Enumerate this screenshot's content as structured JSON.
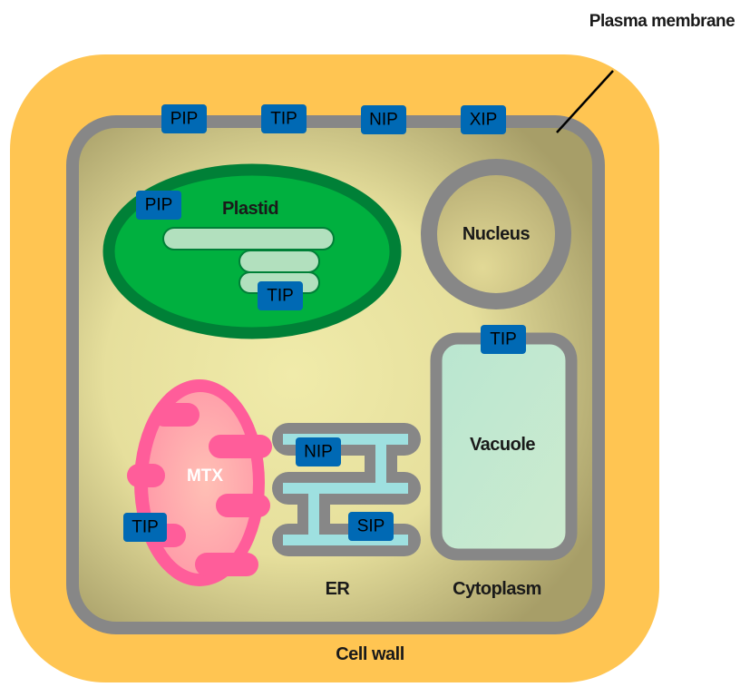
{
  "colors": {
    "cell_wall": "#FFC552",
    "membrane": "#878787",
    "cytoplasm_light": "#EFEAA8",
    "cytoplasm_dark": "#A9A06A",
    "protein_box": "#0069B4",
    "plastid_fill": "#00B03F",
    "plastid_border": "#008037",
    "thylakoid": "#B2E0BE",
    "mitochondrion": "#FF5D9A",
    "er_lumen": "#9EE0E0",
    "vacuole": "#C4E8CC"
  },
  "labels": {
    "plasma_membrane": "Plasma membrane",
    "plastid": "Plastid",
    "nucleus": "Nucleus",
    "vacuole": "Vacuole",
    "mtx": "MTX",
    "er": "ER",
    "cytoplasm": "Cytoplasm",
    "cell_wall": "Cell wall"
  },
  "proteins": {
    "membrane": [
      "PIP",
      "TIP",
      "NIP",
      "XIP"
    ],
    "plastid": [
      "PIP",
      "TIP"
    ],
    "vacuole": "TIP",
    "mitochondrion": "TIP",
    "er": [
      "NIP",
      "SIP"
    ]
  }
}
